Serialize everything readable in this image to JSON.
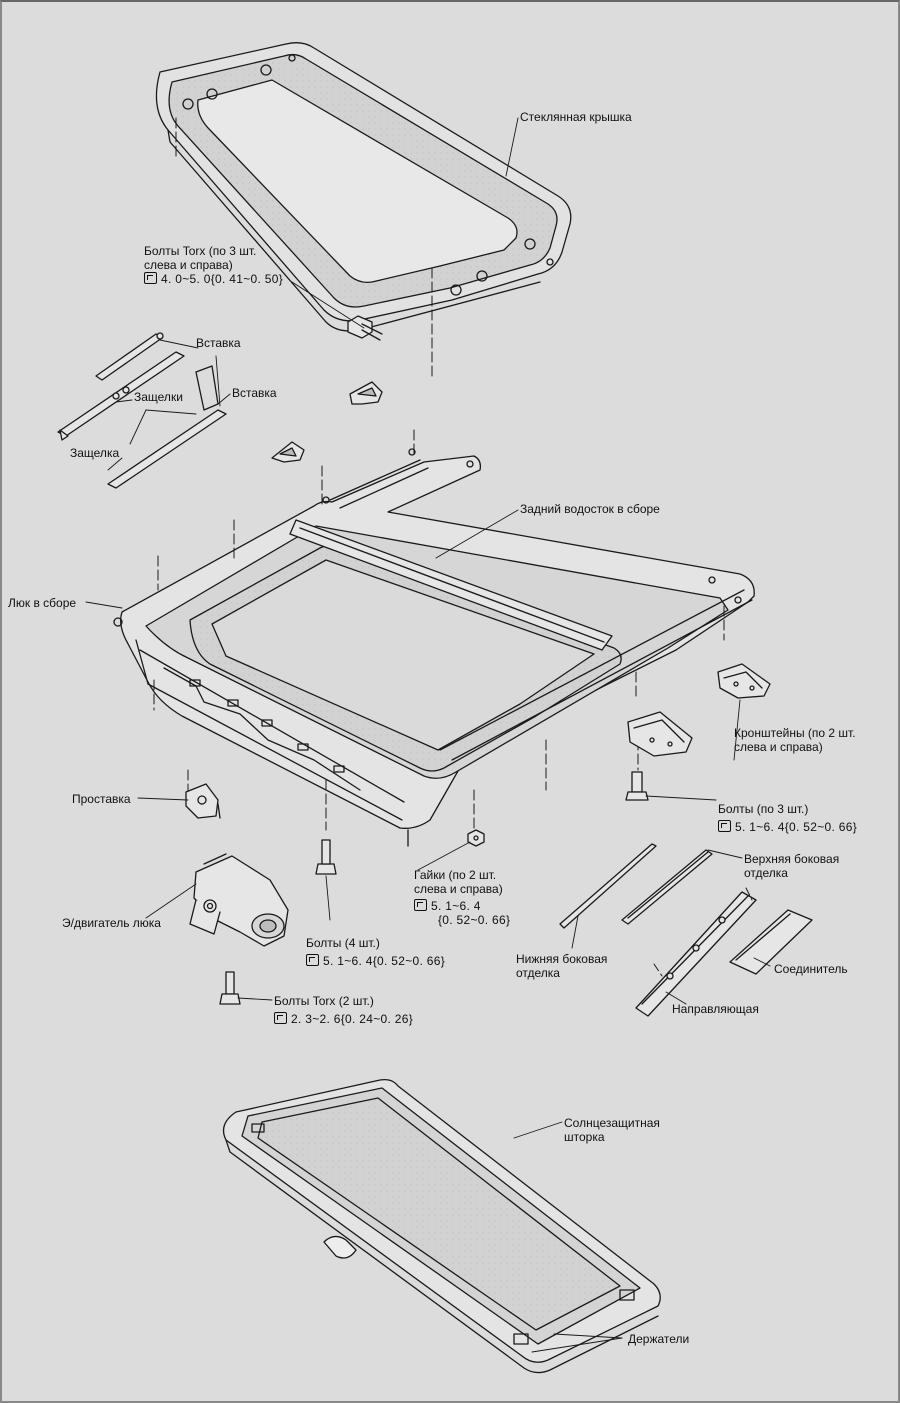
{
  "labels": {
    "glass_lid": "Стеклянная крышка",
    "torx_bolts_top": [
      "Болты Torx (по 3 шт.",
      "слева и справа)"
    ],
    "torx_bolts_top_torque": "4. 0~5. 0{0. 41~0. 50}",
    "insert_1": "Вставка",
    "insert_2": "Вставка",
    "latches": "Защелки",
    "latch": "Защелка",
    "rear_drain": "Задний водосток в сборе",
    "sunroof_assy": "Люк в сборе",
    "brackets": [
      "Кронштейны (по 2 шт.",
      "слева и справа)"
    ],
    "spacer": "Проставка",
    "bolts_3": "Болты (по 3 шт.)",
    "bolts_3_torque": "5. 1~6. 4{0. 52~0. 66}",
    "upper_trim": [
      "Верхняя боковая",
      "отделка"
    ],
    "nuts": [
      "Гайки (по 2 шт.",
      "слева и справа)"
    ],
    "nuts_torque_1": "5. 1~6. 4",
    "nuts_torque_2": "{0. 52~0. 66}",
    "motor": "Э/двигатель люка",
    "bolts_4": "Болты (4 шт.)",
    "bolts_4_torque": "5. 1~6. 4{0. 52~0. 66}",
    "lower_trim": [
      "Нижняя боковая",
      "отделка"
    ],
    "connector": "Соединитель",
    "guide": "Направляющая",
    "torx_bolts_bottom": "Болты Torx (2 шт.)",
    "torx_bolts_bottom_torque": "2. 3~2. 6{0. 24~0. 26}",
    "sunshade": [
      "Солнцезащитная",
      "шторка"
    ],
    "holders": "Держатели"
  },
  "colors": {
    "background": "#dcdcdc",
    "line": "#1a1a1a",
    "part_fill": "#e6e6e6",
    "shade": "#b9b9b9"
  }
}
